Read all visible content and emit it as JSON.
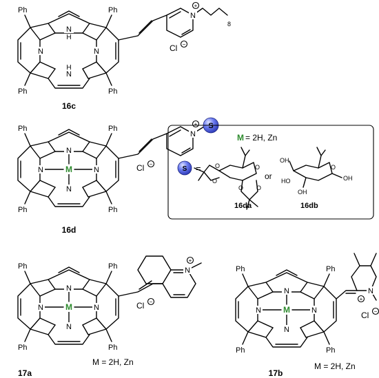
{
  "labels": {
    "c16c": "16c",
    "c16d": "16d",
    "c17a": "17a",
    "c17b": "17b",
    "c16da": "16da",
    "c16db": "16db"
  },
  "atoms": {
    "N": "N",
    "H": "H",
    "Ph": "Ph",
    "M": "M",
    "S": "S",
    "Cl": "Cl",
    "chain_index": "8",
    "OH": "OH",
    "HO": "HO",
    "O": "O",
    "equals": "=",
    "plus": "+",
    "minus": "−"
  },
  "legend": {
    "metal_def": "= 2H, Zn",
    "or": "or"
  },
  "captions": {
    "m_17a": "M = 2H, Zn",
    "m_17b": "M = 2H, Zn"
  },
  "colors": {
    "metal_green": "#2e8b2e",
    "sphere_blue": "#3b4fd8"
  }
}
